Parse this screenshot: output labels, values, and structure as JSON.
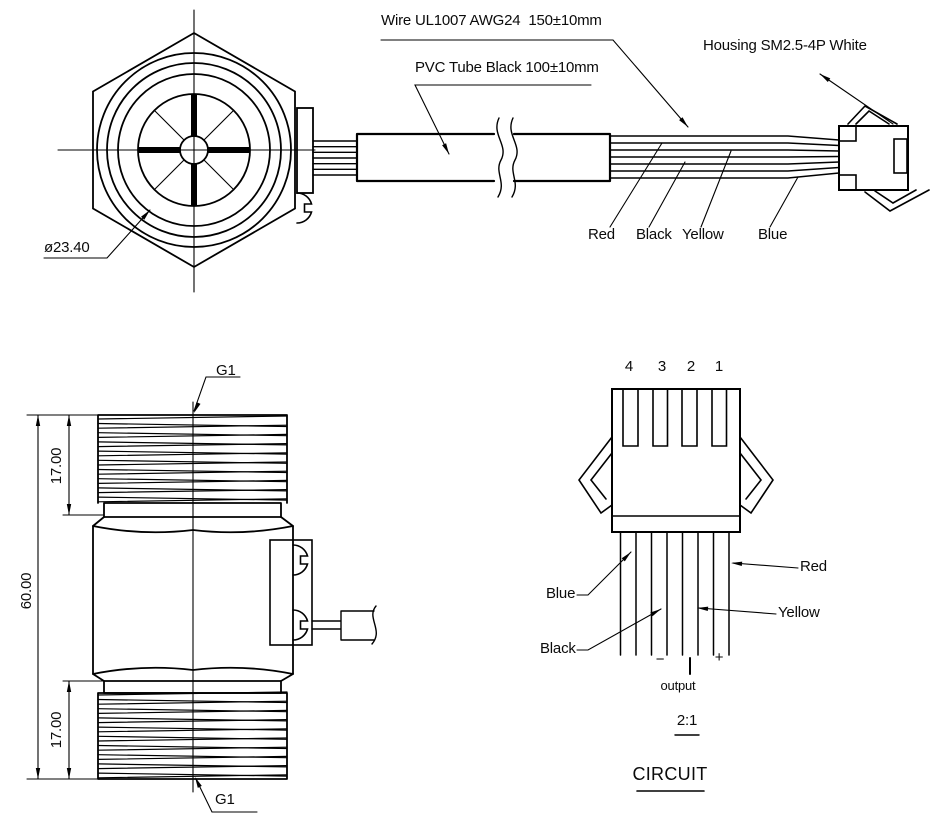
{
  "drawing": {
    "front_view": {
      "diameter_label": "ø23.40"
    },
    "cable_assembly": {
      "wire_spec": "Wire UL1007 AWG24  150±10mm",
      "tube_spec": "PVC Tube Black 100±10mm",
      "housing_spec": "Housing SM2.5-4P White",
      "wires": {
        "red": "Red",
        "black": "Black",
        "yellow": "Yellow",
        "blue": "Blue"
      }
    },
    "side_view": {
      "thread_label_top": "G1",
      "thread_label_bottom": "G1",
      "dim_thread_top": "17.00",
      "dim_thread_bottom": "17.00",
      "dim_overall": "60.00"
    },
    "circuit_view": {
      "pins": [
        "4",
        "3",
        "2",
        "1"
      ],
      "wires": {
        "blue": "Blue",
        "black": "Black",
        "red": "Red",
        "yellow": "Yellow"
      },
      "minus": "−",
      "plus": "+",
      "output_label": "output",
      "scale_label": "2:1",
      "title": "CIRCUIT"
    },
    "colors": {
      "ink": "#000000",
      "paper": "#ffffff"
    }
  }
}
